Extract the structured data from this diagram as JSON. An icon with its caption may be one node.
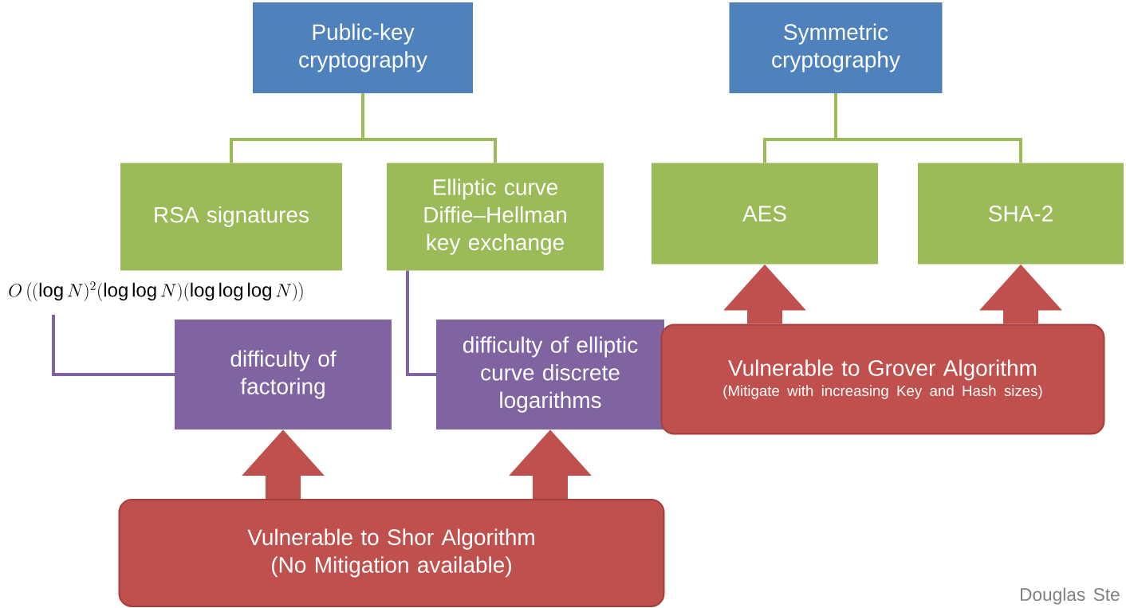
{
  "diagram": {
    "nodes": [
      {
        "text": [
          "Public-key cryptography"
        ]
      },
      {
        "text": [
          "Symmetric cryptography"
        ]
      },
      {
        "text": [
          "RSA signatures"
        ]
      },
      {
        "text": [
          "Elliptic curve Diffie–Hellman key exchange"
        ]
      },
      {
        "text": [
          "AES"
        ]
      },
      {
        "text": [
          "SHA-2"
        ]
      },
      {
        "text": [
          "difficulty of factoring"
        ]
      },
      {
        "text": [
          "difficulty of elliptic curve discrete logarithms"
        ]
      },
      {
        "text": [
          "Vulnerable to Grover Algorithm",
          "(Mitigate with increasing Key and Hash sizes)"
        ]
      },
      {
        "text": [
          "Vulnerable to Shor Algorithm (No Mitigation available)"
        ]
      }
    ],
    "edges": [
      {
        "from": 0,
        "to": 2,
        "arrow": "none",
        "color": "#9bbb59"
      },
      {
        "from": 0,
        "to": 3,
        "arrow": "none",
        "color": "#9bbb59"
      },
      {
        "from": 1,
        "to": 4,
        "arrow": "none",
        "color": "#9bbb59"
      },
      {
        "from": 1,
        "to": 5,
        "arrow": "none",
        "color": "#9bbb59"
      },
      {
        "from": null,
        "to": 6,
        "arrow": "none",
        "color": "#8064a2"
      },
      {
        "from": 3,
        "to": 7,
        "arrow": "none",
        "color": "#8064a2"
      },
      {
        "from": 9,
        "to": 6,
        "arrow": "to",
        "style": "thick",
        "color": "#c0504d"
      },
      {
        "from": 9,
        "to": 7,
        "arrow": "to",
        "style": "thick",
        "color": "#c0504d"
      },
      {
        "from": 8,
        "to": 4,
        "arrow": "to",
        "style": "thick",
        "color": "#c0504d"
      },
      {
        "from": 8,
        "to": 5,
        "arrow": "to",
        "style": "thick",
        "color": "#c0504d"
      }
    ],
    "labels": [
      "O\\left((\\log N)^2(\\log\\log N)(\\log\\log\\log N)\\right)",
      "Douglas Ste"
    ]
  }
}
